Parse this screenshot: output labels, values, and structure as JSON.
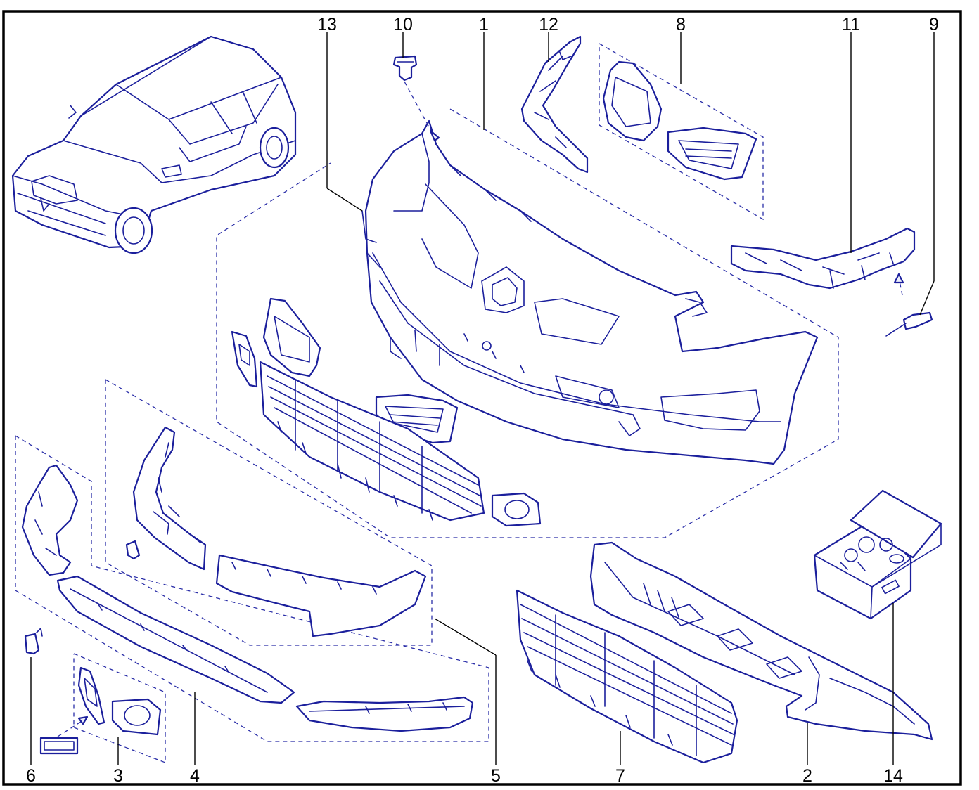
{
  "diagram": {
    "callouts": {
      "c13": "13",
      "c10": "10",
      "c1": "1",
      "c12": "12",
      "c8": "8",
      "c11": "11",
      "c9": "9",
      "c6": "6",
      "c3": "3",
      "c4": "4",
      "c5": "5",
      "c7": "7",
      "c2": "2",
      "c14": "14"
    }
  }
}
